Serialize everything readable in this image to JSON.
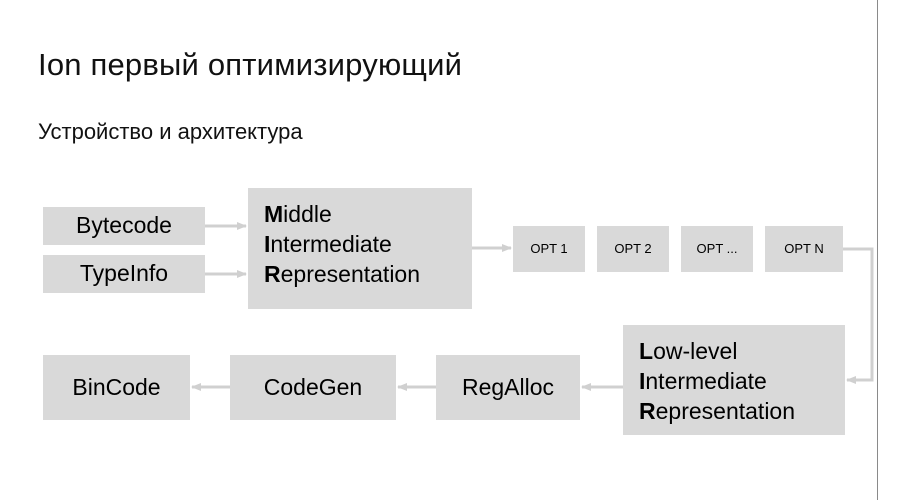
{
  "slide": {
    "title": "Ion первый оптимизирующий",
    "subtitle": "Устройство и архитектура"
  },
  "nodes": {
    "bytecode": {
      "label": "Bytecode"
    },
    "typeinfo": {
      "label": "TypeInfo"
    },
    "mir": {
      "line1_bold": "M",
      "line1_rest": "iddle",
      "line2_bold": "I",
      "line2_rest": "ntermediate",
      "line3_bold": "R",
      "line3_rest": "epresentation"
    },
    "opt1": {
      "label": "OPT 1"
    },
    "opt2": {
      "label": "OPT 2"
    },
    "opt3": {
      "label": "OPT ..."
    },
    "optn": {
      "label": "OPT N"
    },
    "lir": {
      "line1_bold": "L",
      "line1_rest": "ow-level",
      "line2_bold": "I",
      "line2_rest": "ntermediate",
      "line3_bold": "R",
      "line3_rest": "epresentation"
    },
    "regalloc": {
      "label": "RegAlloc"
    },
    "codegen": {
      "label": "CodeGen"
    },
    "bincode": {
      "label": "BinCode"
    }
  },
  "colors": {
    "node_fill": "#d9d9d9",
    "connector": "#d0d0d0",
    "text": "#000000",
    "page_border": "#8a8a8a",
    "background": "#ffffff"
  }
}
